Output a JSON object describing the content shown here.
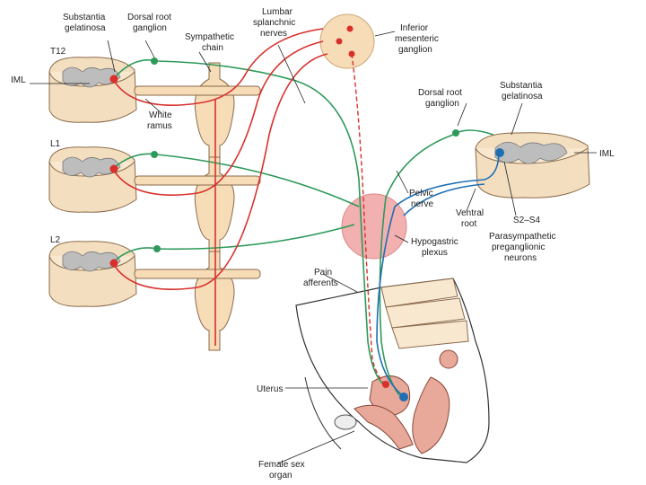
{
  "colors": {
    "cord_tan": "#f3dfc0",
    "cord_outline": "#8a6a4a",
    "gray_matter": "#bdbdbd",
    "sympathetic_red": "#d9302c",
    "sensory_green": "#2e9a5a",
    "parasympathetic_blue": "#1f6fb2",
    "plexus_pink": "#f2b0b0",
    "ganglion_yellow": "#f7dcb8",
    "pelvis_outline": "#333333",
    "organ_pink": "#e8a89a"
  },
  "labels": {
    "substantia_left": [
      "Substantia",
      "gelatinosa"
    ],
    "drg_left": [
      "Dorsal root",
      "ganglion"
    ],
    "sympathetic_chain": [
      "Sympathetic",
      "chain"
    ],
    "lumbar_splanchnic": [
      "Lumbar",
      "splanchnic",
      "nerves"
    ],
    "inferior_mesenteric": [
      "Inferior",
      "mesenteric",
      "ganglion"
    ],
    "t12": "T12",
    "iml_left": "IML",
    "white_ramus": [
      "White",
      "ramus"
    ],
    "l1": "L1",
    "l2": "L2",
    "drg_right": [
      "Dorsal root",
      "ganglion"
    ],
    "substantia_right": [
      "Substantia",
      "gelatinosa"
    ],
    "iml_right": "IML",
    "pelvic_nerve": [
      "Pelvic",
      "nerve"
    ],
    "ventral_root": [
      "Ventral",
      "root"
    ],
    "s2_s4": "S2–S4",
    "parasympathetic_neurons": [
      "Parasympathetic",
      "preganglionic",
      "neurons"
    ],
    "hypogastric_plexus": [
      "Hypogastric",
      "plexus"
    ],
    "pain_afferents": [
      "Pain",
      "afferents"
    ],
    "uterus": "Uterus",
    "female_sex_organ": [
      "Female sex",
      "organ"
    ]
  }
}
